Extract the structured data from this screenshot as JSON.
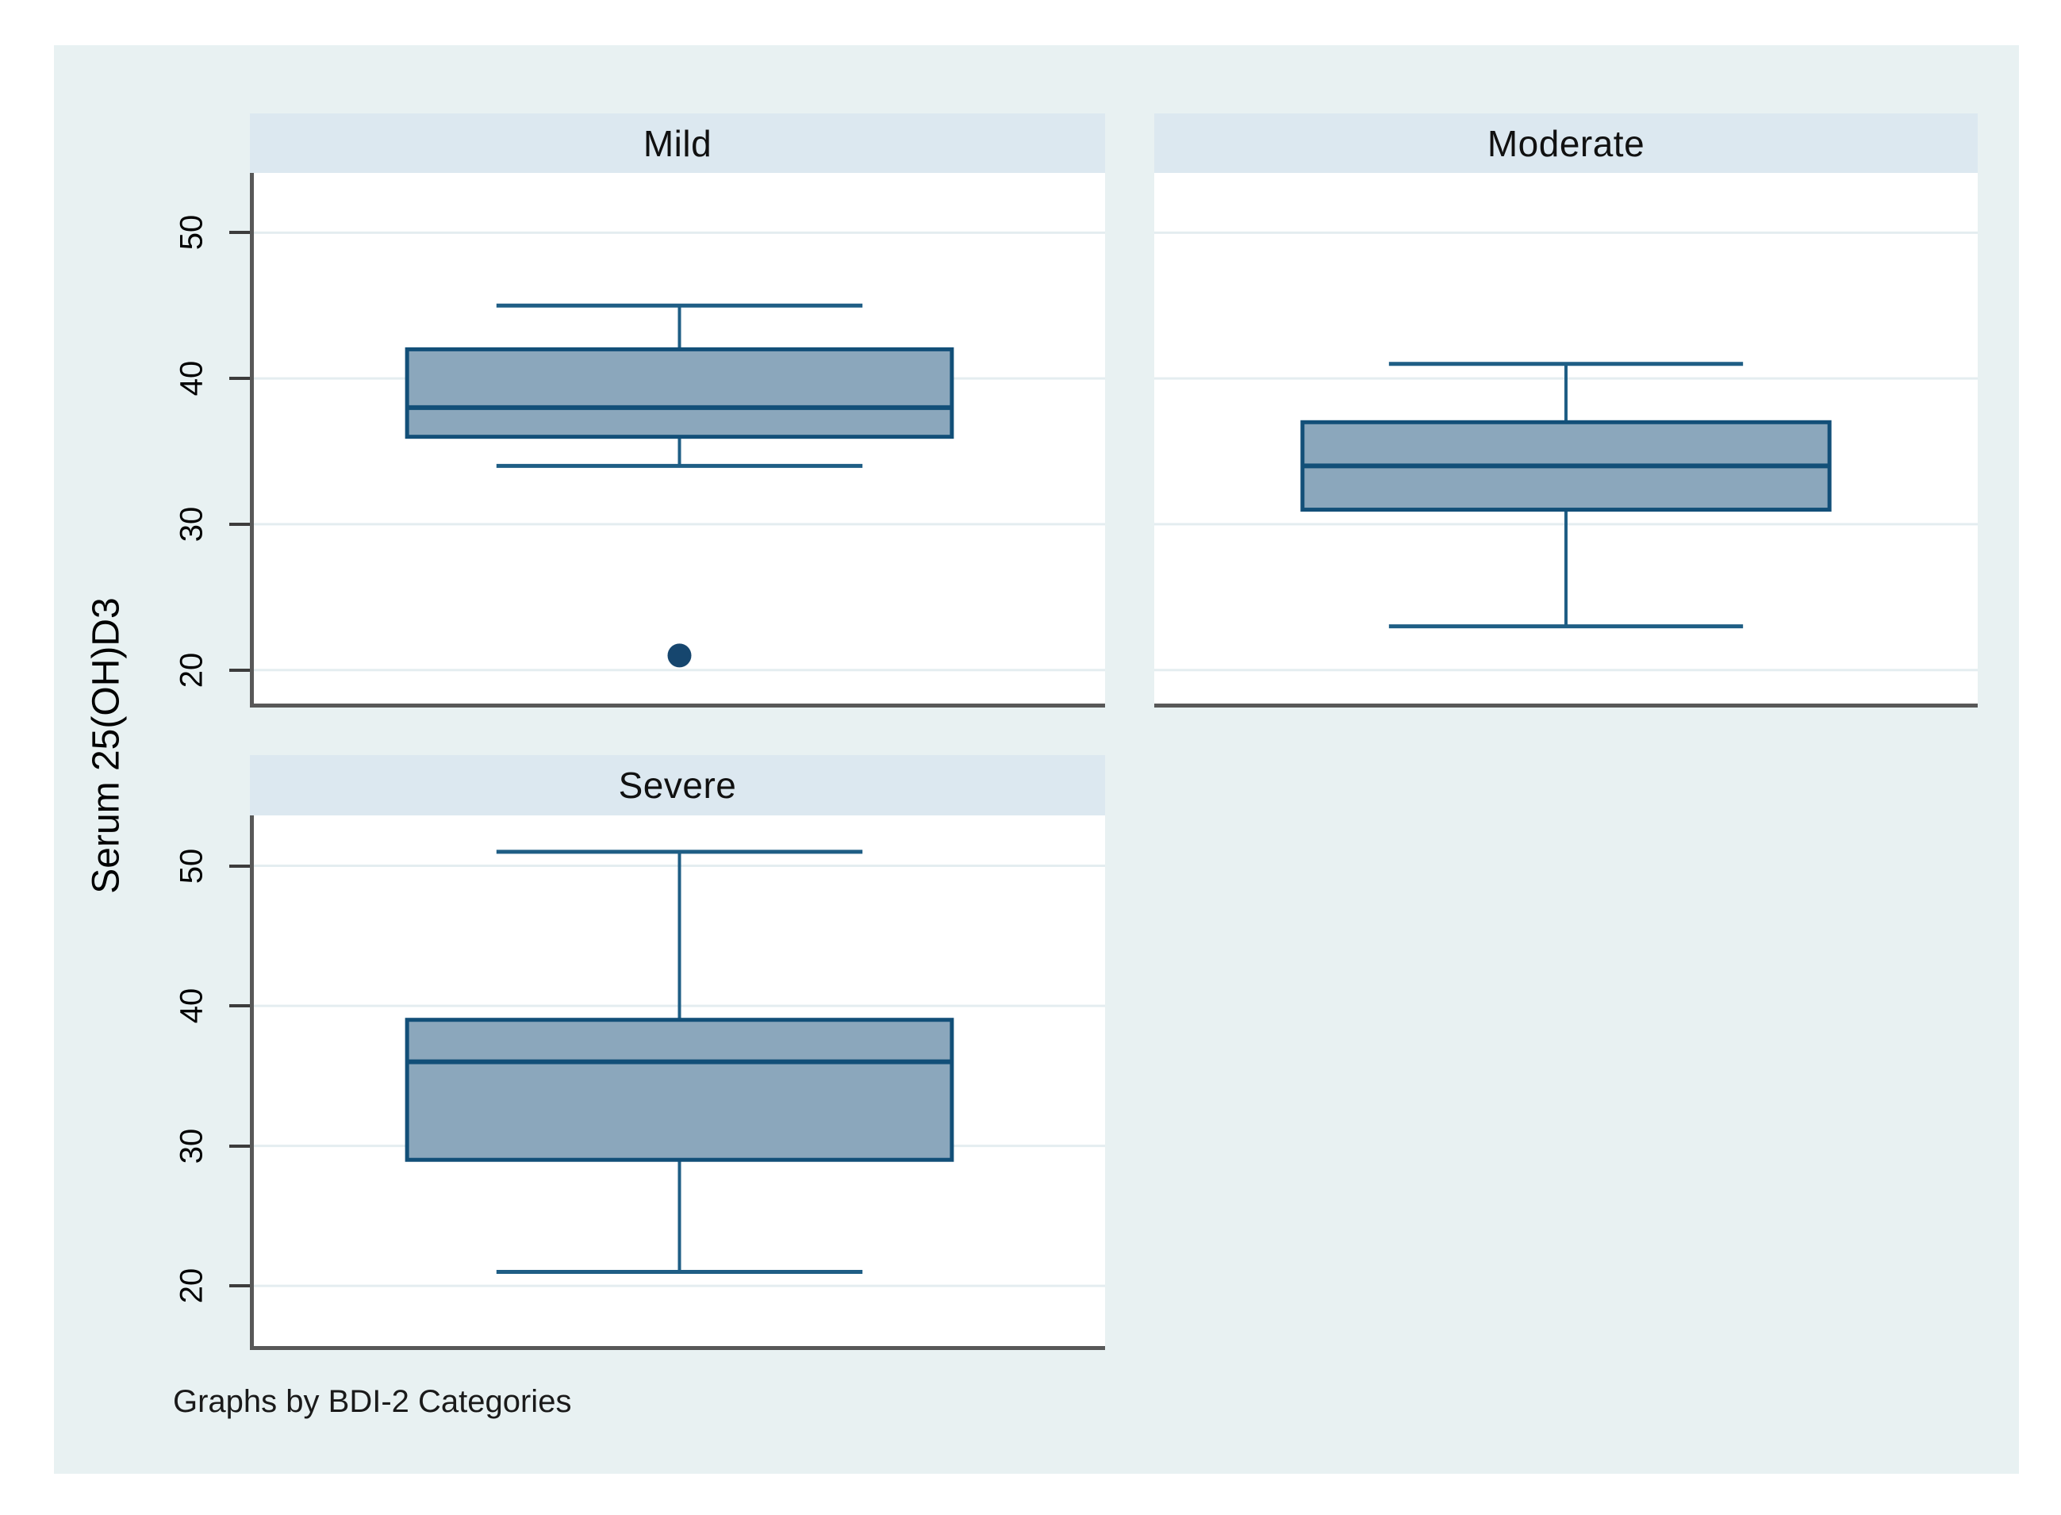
{
  "figure": {
    "ylabel": "Serum 25(OH)D3",
    "caption": "Graphs by BDI-2 Categories"
  },
  "chart_data": {
    "type": "box",
    "title": "",
    "by_variable": "BDI-2 Categories",
    "ylabel": "Serum 25(OH)D3",
    "caption": "Graphs by BDI-2 Categories",
    "yticks": [
      20,
      30,
      40,
      50
    ],
    "grid": true,
    "legend": "none",
    "panels": [
      {
        "title": "Mild",
        "stats": {
          "lower_whisker": 34,
          "q1": 36,
          "median": 38,
          "q3": 42,
          "upper_whisker": 45
        },
        "outliers": [
          21
        ],
        "ylim": [
          17.7,
          54.1
        ]
      },
      {
        "title": "Moderate",
        "stats": {
          "lower_whisker": 23,
          "q1": 31,
          "median": 34,
          "q3": 37,
          "upper_whisker": 41
        },
        "outliers": [],
        "ylim": [
          17.7,
          54.1
        ]
      },
      {
        "title": "Severe",
        "stats": {
          "lower_whisker": 21,
          "q1": 29,
          "median": 36,
          "q3": 39,
          "upper_whisker": 51
        },
        "outliers": [],
        "ylim": [
          15.7,
          53.6
        ]
      }
    ],
    "geometry": {
      "box_left_frac": 0.18,
      "box_right_frac": 0.82,
      "cap_left_frac": 0.285,
      "cap_right_frac": 0.715,
      "center_frac": 0.5,
      "outlier_radius": 15
    },
    "colors": {
      "figure_bg": "#e8f1f2",
      "strip_bg": "#dce8f0",
      "plot_bg": "#ffffff",
      "gridline": "#e4edf0",
      "box_fill": "#8ba7bc",
      "box_stroke": "#124f78",
      "median_stroke": "#124f78",
      "whisker_stroke": "#1f5e85",
      "outlier_fill": "#16466e",
      "axis_line": "#585858",
      "tick_color": "#3c3c3c"
    }
  }
}
